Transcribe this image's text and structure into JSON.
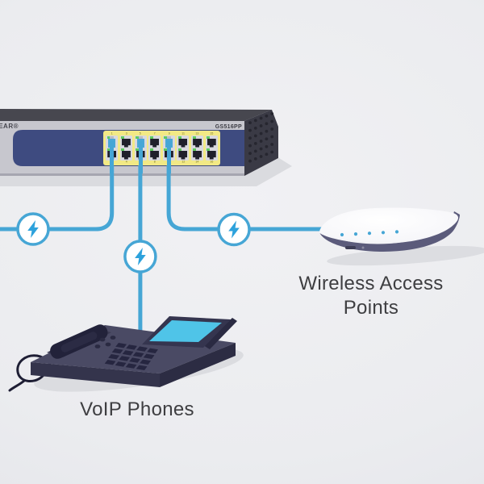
{
  "switch": {
    "brand_text": "NETGEAR®",
    "model": "GS516PP",
    "port_count": 16,
    "port_columns": [
      {
        "top_label": "1",
        "bottom_label": "2",
        "top_connected": true
      },
      {
        "top_label": "3",
        "bottom_label": "4",
        "top_connected": false
      },
      {
        "top_label": "5",
        "bottom_label": "6",
        "top_connected": true
      },
      {
        "top_label": "7",
        "bottom_label": "8",
        "top_connected": false
      },
      {
        "top_label": "9",
        "bottom_label": "10",
        "top_connected": true
      },
      {
        "top_label": "11",
        "bottom_label": "12",
        "top_connected": false
      },
      {
        "top_label": "13",
        "bottom_label": "14",
        "top_connected": false
      },
      {
        "top_label": "15",
        "bottom_label": "16",
        "top_connected": false
      }
    ]
  },
  "devices": {
    "wireless_access_points": {
      "label_line1": "Wireless Access",
      "label_line2": "Points",
      "led_dot_count": 5
    },
    "voip_phones": {
      "label": "VoIP Phones"
    }
  },
  "connections": [
    {
      "name": "cable-to-offscreen-left-device",
      "poe_icon": "lightning-bolt-icon"
    },
    {
      "name": "cable-to-voip-phone",
      "poe_icon": "lightning-bolt-icon"
    },
    {
      "name": "cable-to-wireless-access-point",
      "poe_icon": "lightning-bolt-icon"
    }
  ],
  "colors": {
    "cable_blue": "#46a6d5",
    "bolt_blue": "#2da2dc",
    "switch_navy": "#3e4b80",
    "switch_top": "#47474f",
    "port_panel_yellow": "#f2e985",
    "ap_rim_purple": "#5b5b7b",
    "phone_body": "#4a4a64",
    "screen_cyan": "#4fc4e8",
    "label_text": "#3e3e41",
    "background": "#e9eaee"
  }
}
